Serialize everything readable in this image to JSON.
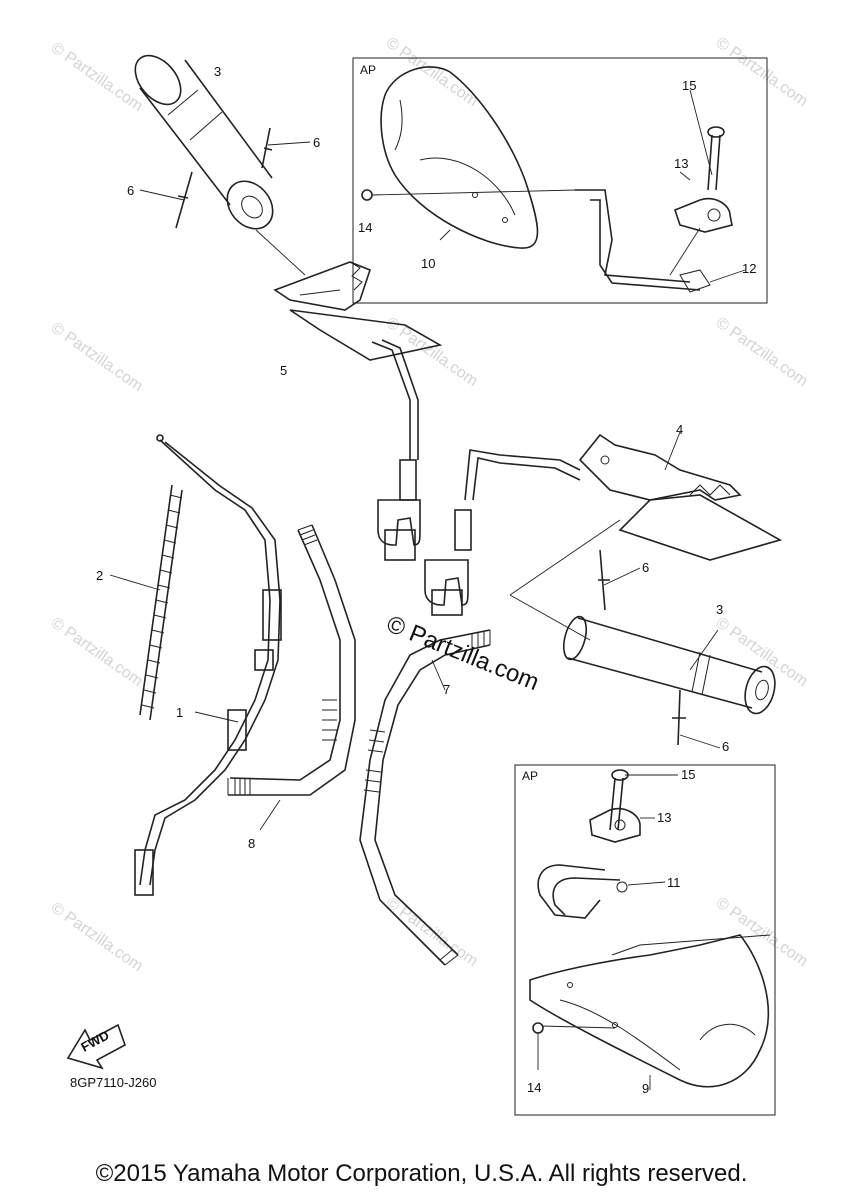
{
  "diagram": {
    "callouts": {
      "p1": "1",
      "p2": "2",
      "p3a": "3",
      "p3b": "3",
      "p4": "4",
      "p5": "5",
      "p6a": "6",
      "p6b": "6",
      "p6c": "6",
      "p6d": "6",
      "p7": "7",
      "p8": "8",
      "p9": "9",
      "p10": "10",
      "p11": "11",
      "p12": "12",
      "p13a": "13",
      "p13b": "13",
      "p14a": "14",
      "p14b": "14",
      "p15a": "15",
      "p15b": "15"
    },
    "inset_top_label": "AP",
    "inset_bottom_label": "AP",
    "fwd_label": "FWD",
    "diagram_code": "8GP7110-J260",
    "watermark_small": "© Partzilla.com",
    "watermark_center": "© Partzilla.com"
  },
  "footer": {
    "copyright": "©2015 Yamaha Motor Corporation, U.S.A. All rights reserved."
  }
}
